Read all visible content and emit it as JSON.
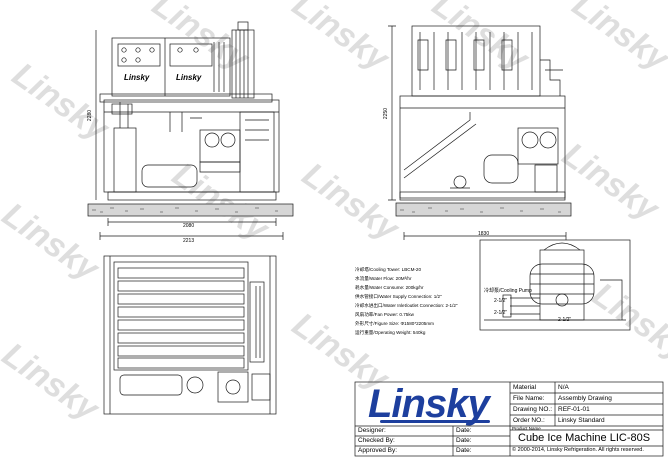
{
  "dimensions": {
    "front_height": "2280",
    "front_width_inner": "2080",
    "front_width_outer": "2213",
    "side_height": "2250",
    "side_width": "1830"
  },
  "unit_labels": {
    "cabinet_logo_1": "Linsky",
    "cabinet_logo_2": "Linsky"
  },
  "specs": [
    "冷却塔/Cooling Tower:  LBCM-20",
    "水流量/Water Flow:  20M³/hr",
    "耗水量/Water Consume:  200kg/hr",
    "供水管接口/Water Supply Connection:  1/2\"",
    "冷却水进出口/Water Inlet/outlet Connection:  2-1/2\"",
    "风扇功率/Fan Power:  0.75kw",
    "外形尺寸/Figure Size:  Φ1580*2205mm",
    "运行重量/Operating Weight:  540kg"
  ],
  "cooling_tower": {
    "pump_label": "冷却泵/Cooling Pump",
    "pipe_label_1": "2-1/2\"",
    "pipe_label_2": "2-1/2\"",
    "pipe_label_3": "2-1/2\""
  },
  "title_block": {
    "logo": "Linsky",
    "material_key": "Material",
    "material_val": "N/A",
    "file_name_key": "File Name:",
    "file_name_val": "Assembly Drawing",
    "drawing_no_key": "Drawing NO.:",
    "drawing_no_val": "REF-01-01",
    "order_no_key": "Order NO.:",
    "order_no_val": "Linsky Standard",
    "product_name_key": "Product Name",
    "product_name_val": "Cube Ice Machine LIC-80S",
    "copyright": "© 2000-2014, Linsky Refrigeration. All rights reserved.",
    "designer_key": "Designer:",
    "checked_key": "Checked By:",
    "approved_key": "Approved By:",
    "date_key": "Date:"
  },
  "watermark": "Linsky",
  "colors": {
    "line": "#1a1a1a",
    "logo_blue": "#1d3f9e",
    "watermark": "#d9d9d9",
    "ground_fill": "#d0d0d0"
  }
}
